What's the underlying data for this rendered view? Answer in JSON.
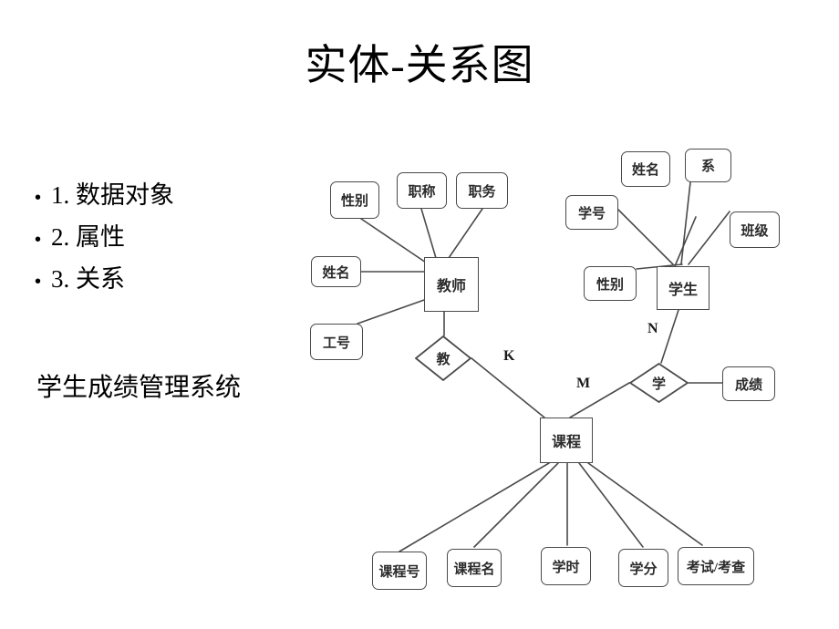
{
  "slide": {
    "title": "实体-关系图",
    "bullets": [
      {
        "marker": "•",
        "text": "1. 数据对象"
      },
      {
        "marker": "•",
        "text": "2. 属性"
      },
      {
        "marker": "•",
        "text": "3. 关系"
      }
    ],
    "subtitle": "学生成绩管理系统"
  },
  "diagram": {
    "entities": {
      "teacher": "教师",
      "student": "学生",
      "course": "课程"
    },
    "relationships": {
      "teach": "教",
      "study": "学"
    },
    "teacher_attributes": {
      "gender": "性别",
      "title": "职称",
      "duty": "职务",
      "name": "姓名",
      "staff_id": "工号"
    },
    "student_attributes": {
      "student_id": "学号",
      "name": "姓名",
      "department": "系",
      "class": "班级",
      "gender": "性别"
    },
    "course_attributes": {
      "course_id": "课程号",
      "course_name": "课程名",
      "hours": "学时",
      "credits": "学分",
      "exam_type": "考试/考查"
    },
    "relationship_attributes": {
      "score": "成绩"
    },
    "cardinalities": {
      "teach_course": "K",
      "course_study": "M",
      "student_study": "N"
    },
    "colors": {
      "stroke": "#4a4a4a",
      "text": "#2b2b2b",
      "background": "#ffffff"
    }
  }
}
